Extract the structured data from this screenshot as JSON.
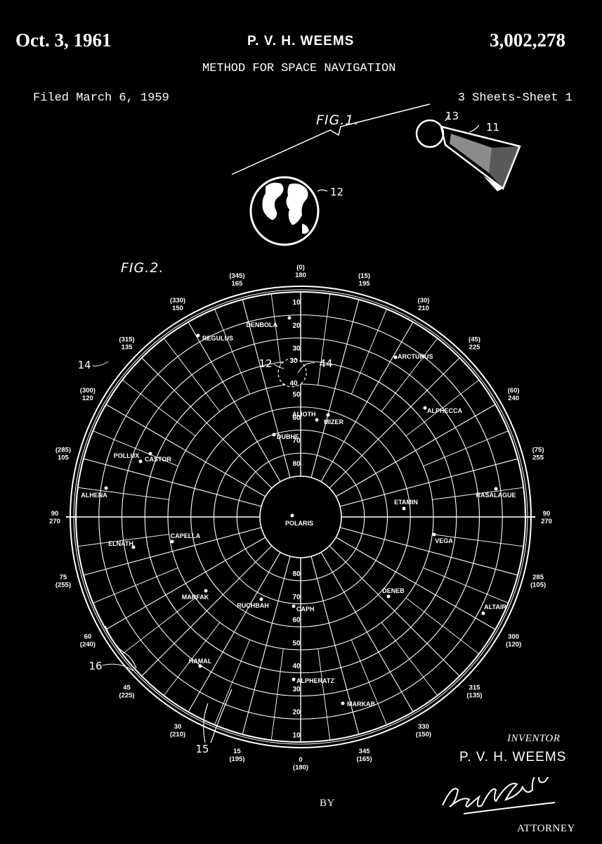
{
  "header": {
    "date": "Oct. 3, 1961",
    "inventor_name": "P. V. H. WEEMS",
    "patent_number": "3,002,278",
    "title": "METHOD FOR SPACE NAVIGATION",
    "filed": "Filed March 6, 1959",
    "sheets": "3 Sheets-Sheet 1"
  },
  "fig1": {
    "label": "FIG.1.",
    "refs": {
      "earth": "12",
      "capsule": "11",
      "capsule_sphere": "13"
    }
  },
  "fig2": {
    "label": "FIG.2.",
    "refs": {
      "chart": "14",
      "ring_marker": "16",
      "leader": "15",
      "region_a": "12",
      "region_b": "44"
    },
    "center_label": "POLARIS",
    "dec_upper": [
      "10",
      "20",
      "30",
      "40",
      "50",
      "60",
      "70",
      "80"
    ],
    "dec_lower": [
      "80",
      "70",
      "60",
      "50",
      "40",
      "30",
      "20",
      "10"
    ],
    "ra_labels": [
      {
        "a": "(0)",
        "b": "180"
      },
      {
        "a": "(15)",
        "b": "195"
      },
      {
        "a": "(30)",
        "b": "210"
      },
      {
        "a": "(45)",
        "b": "225"
      },
      {
        "a": "(60)",
        "b": "240"
      },
      {
        "a": "(75)",
        "b": "255"
      },
      {
        "a": "90",
        "b": "270"
      },
      {
        "a": "285",
        "b": "(105)"
      },
      {
        "a": "300",
        "b": "(120)"
      },
      {
        "a": "315",
        "b": "(135)"
      },
      {
        "a": "330",
        "b": "(150)"
      },
      {
        "a": "345",
        "b": "(165)"
      },
      {
        "a": "0",
        "b": "(180)"
      },
      {
        "a": "15",
        "b": "(195)"
      },
      {
        "a": "30",
        "b": "(210)"
      },
      {
        "a": "45",
        "b": "(225)"
      },
      {
        "a": "60",
        "b": "(240)"
      },
      {
        "a": "75",
        "b": "(255)"
      },
      {
        "a": "90",
        "b": "270"
      },
      {
        "a": "(285)",
        "b": "105"
      },
      {
        "a": "(300)",
        "b": "120"
      },
      {
        "a": "(315)",
        "b": "135"
      },
      {
        "a": "(330)",
        "b": "150"
      },
      {
        "a": "(345)",
        "b": "165"
      }
    ],
    "stars": [
      "DENBOLA",
      "REGULUS",
      "ARCTURUS",
      "ALPHECCA",
      "ALIOTH",
      "MIZER",
      "DUBHE",
      "POLLUX",
      "CASTOR",
      "ALHENA",
      "RASALAGUE",
      "ETAMIN",
      "CAPELLA",
      "ELNATH",
      "VEGA",
      "MARFAK",
      "RUCHBAH",
      "CAPH",
      "DENEB",
      "ALTAIR",
      "HAMAL",
      "ALPHERATZ",
      "MARKAB"
    ]
  },
  "footer": {
    "inventor_label": "INVENTOR",
    "inventor_name": "P. V. H. WEEMS",
    "by": "BY",
    "attorney": "ATTORNEY"
  }
}
